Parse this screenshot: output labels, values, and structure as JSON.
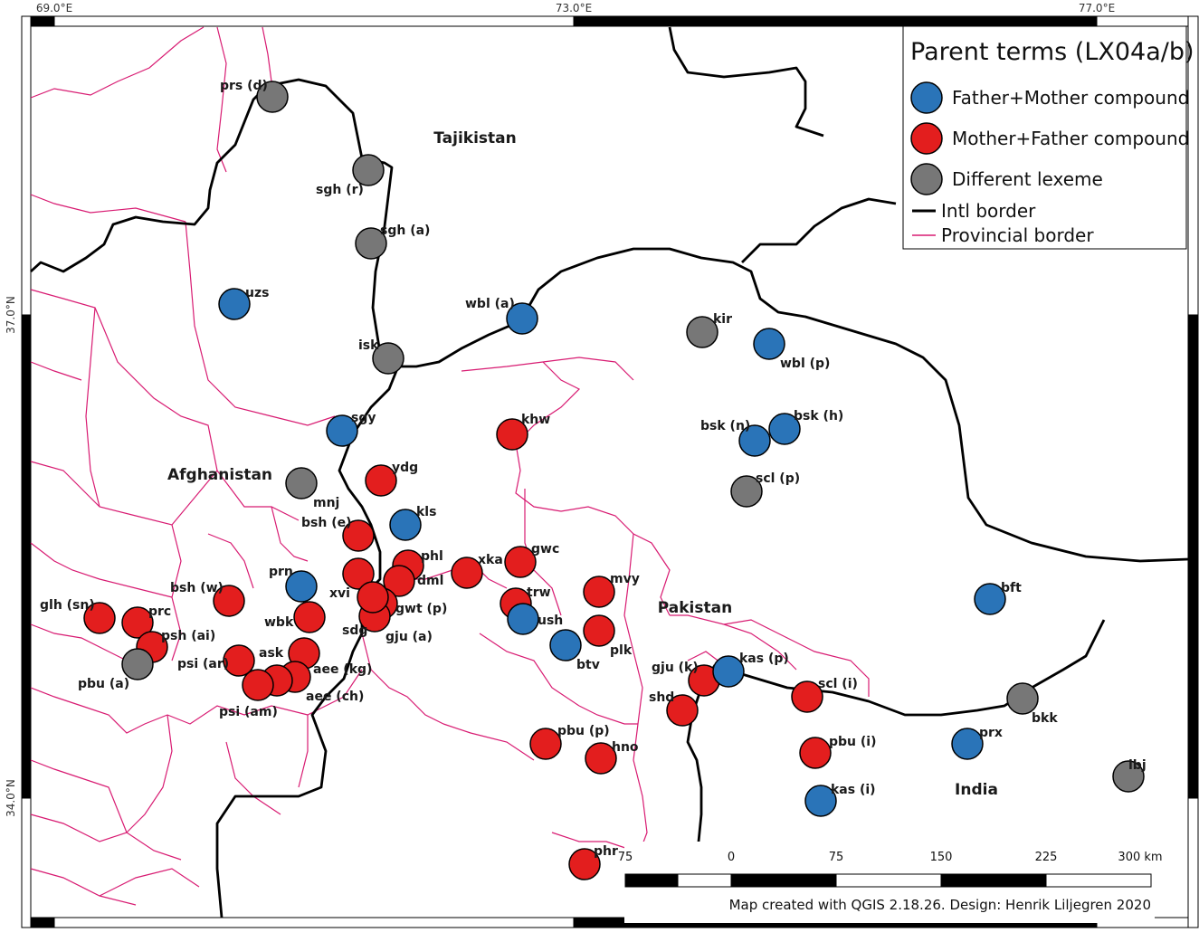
{
  "coords": {
    "lon": [
      "69.0°E",
      "73.0°E",
      "77.0°E"
    ],
    "lat": [
      "37.0°N",
      "34.0°N"
    ]
  },
  "countries": {
    "tajikistan": "Tajikistan",
    "afghanistan": "Afghanistan",
    "pakistan": "Pakistan",
    "india": "India"
  },
  "legend": {
    "title": "Parent terms (LX04a/b)",
    "items": [
      {
        "label": "Father+Mother compound",
        "color": "#2a74b8",
        "symbol": "circle"
      },
      {
        "label": "Mother+Father compound",
        "color": "#e31e1e",
        "symbol": "circle"
      },
      {
        "label": "Different lexeme",
        "color": "#777777",
        "symbol": "circle"
      },
      {
        "label": "Intl border",
        "color": "#000000",
        "symbol": "line"
      },
      {
        "label": "Provincial border",
        "color": "#d81b72",
        "symbol": "line"
      }
    ]
  },
  "scale": {
    "labels": [
      "75",
      "0",
      "75",
      "150",
      "225",
      "300 km"
    ]
  },
  "credit": "Map created with QGIS 2.18.26. Design: Henrik Liljegren 2020",
  "colors": {
    "father_mother": "#2a74b8",
    "mother_father": "#e31e1e",
    "different": "#777777",
    "intl_border": "#000000",
    "provincial_border": "#d81b72"
  },
  "languages": [
    {
      "code": "prs (d)",
      "category": "different"
    },
    {
      "code": "sgh (r)",
      "category": "different"
    },
    {
      "code": "sgh (a)",
      "category": "different"
    },
    {
      "code": "uzs",
      "category": "father_mother"
    },
    {
      "code": "isk",
      "category": "different"
    },
    {
      "code": "wbl (a)",
      "category": "father_mother"
    },
    {
      "code": "kir",
      "category": "different"
    },
    {
      "code": "wbl (p)",
      "category": "father_mother"
    },
    {
      "code": "sgy",
      "category": "father_mother"
    },
    {
      "code": "khw",
      "category": "mother_father"
    },
    {
      "code": "bsk (n)",
      "category": "father_mother"
    },
    {
      "code": "bsk (h)",
      "category": "father_mother"
    },
    {
      "code": "scl (p)",
      "category": "different"
    },
    {
      "code": "mnj",
      "category": "different"
    },
    {
      "code": "ydg",
      "category": "mother_father"
    },
    {
      "code": "kls",
      "category": "father_mother"
    },
    {
      "code": "bsh (e)",
      "category": "mother_father"
    },
    {
      "code": "phl",
      "category": "mother_father"
    },
    {
      "code": "dml",
      "category": "mother_father"
    },
    {
      "code": "xka",
      "category": "mother_father"
    },
    {
      "code": "gwc",
      "category": "mother_father"
    },
    {
      "code": "mvy",
      "category": "mother_father"
    },
    {
      "code": "prn",
      "category": "father_mother"
    },
    {
      "code": "xvi",
      "category": "mother_father"
    },
    {
      "code": "gwt (p)",
      "category": "mother_father"
    },
    {
      "code": "sdg",
      "category": "mother_father"
    },
    {
      "code": "gju (a)",
      "category": "mother_father"
    },
    {
      "code": "trw",
      "category": "mother_father"
    },
    {
      "code": "ush",
      "category": "father_mother"
    },
    {
      "code": "plk",
      "category": "mother_father"
    },
    {
      "code": "btv",
      "category": "father_mother"
    },
    {
      "code": "bft",
      "category": "father_mother"
    },
    {
      "code": "bsh (w)",
      "category": "mother_father"
    },
    {
      "code": "glh (sn)",
      "category": "mother_father"
    },
    {
      "code": "prc",
      "category": "mother_father"
    },
    {
      "code": "psh (ai)",
      "category": "mother_father"
    },
    {
      "code": "pbu (a)",
      "category": "different"
    },
    {
      "code": "wbk",
      "category": "mother_father"
    },
    {
      "code": "psi (ar)",
      "category": "mother_father"
    },
    {
      "code": "ask",
      "category": "mother_father"
    },
    {
      "code": "aee (kg)",
      "category": "mother_father"
    },
    {
      "code": "aee (ch)",
      "category": "mother_father"
    },
    {
      "code": "psi (am)",
      "category": "mother_father"
    },
    {
      "code": "gju (k)",
      "category": "mother_father"
    },
    {
      "code": "kas (p)",
      "category": "father_mother"
    },
    {
      "code": "shd",
      "category": "mother_father"
    },
    {
      "code": "scl (i)",
      "category": "mother_father"
    },
    {
      "code": "bkk",
      "category": "different"
    },
    {
      "code": "pbu (p)",
      "category": "mother_father"
    },
    {
      "code": "hno",
      "category": "mother_father"
    },
    {
      "code": "pbu (i)",
      "category": "mother_father"
    },
    {
      "code": "prx",
      "category": "father_mother"
    },
    {
      "code": "kas (i)",
      "category": "father_mother"
    },
    {
      "code": "lbj",
      "category": "different"
    },
    {
      "code": "phr",
      "category": "mother_father"
    }
  ]
}
